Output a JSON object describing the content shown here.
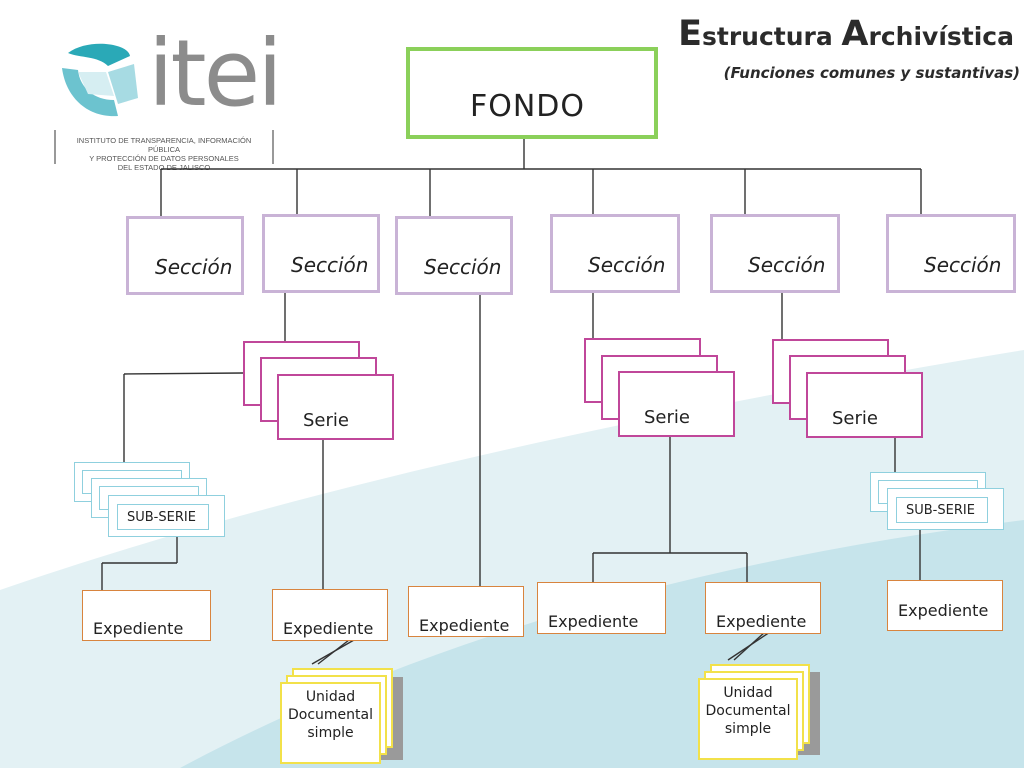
{
  "header": {
    "title_first_initial": "E",
    "title_first_rest": "structura ",
    "title_second_initial": "A",
    "title_second_rest": "rchivística",
    "subtitle": "(Funciones comunes y sustantivas)"
  },
  "logo": {
    "wordmark": "itei",
    "institution_line1": "INSTITUTO DE TRANSPARENCIA, INFORMACIÓN PÚBLICA",
    "institution_line2": "Y PROTECCIÓN DE DATOS PERSONALES",
    "institution_line3": "DEL ESTADO DE JALISCO"
  },
  "diagram": {
    "root_label": "FONDO",
    "seccion_label": "Sección",
    "serie_label": "Serie",
    "subserie_label": "SUB-SERIE",
    "expediente_label": "Expediente",
    "unidad_label_line1": "Unidad",
    "unidad_label_line2": "Documental",
    "unidad_label_line3": "simple"
  },
  "colors": {
    "fondo_border": "#8bd05a",
    "seccion_border": "#c9b3d6",
    "serie_border": "#c0479a",
    "subserie_border": "#8fd0de",
    "expediente_border": "#d8843e",
    "unidad_border": "#f2e14a",
    "background_wave": "#cde8ee"
  }
}
